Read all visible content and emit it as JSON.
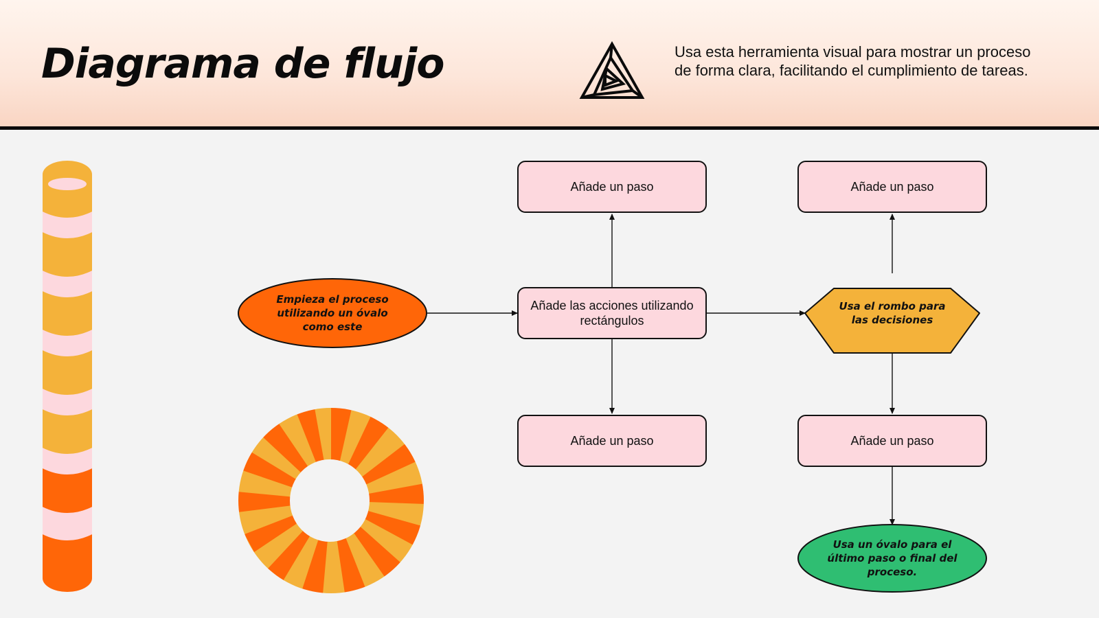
{
  "header": {
    "title": "Diagrama de flujo",
    "description": "Usa esta herramienta visual para mostrar un proceso de forma clara, facilitando el cumplimiento de tareas.",
    "logo_icon": "triangle-spiral-icon"
  },
  "flow": {
    "start": "Empieza el proceso utilizando un óvalo como este",
    "action": "Añade las acciones utilizando rectángulos",
    "step_top_left": "Añade un paso",
    "step_bottom_left": "Añade un paso",
    "decision": "Usa el rombo para las decisiones",
    "step_top_right": "Añade un paso",
    "step_bottom_right": "Añade un paso",
    "end": "Usa un óvalo para el último paso o final del proceso."
  },
  "colors": {
    "orange": "#ff6608",
    "amber": "#f4b23a",
    "pink": "#fdd8de",
    "green": "#2fbe72",
    "ink": "#111111"
  }
}
